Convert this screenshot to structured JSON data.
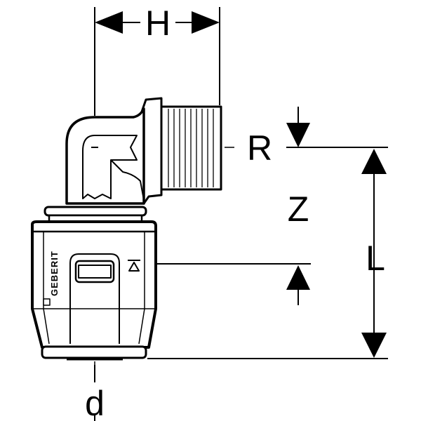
{
  "drawing": {
    "title": "Geberit elbow fitting with male thread",
    "brand_mark": "GEBERIT",
    "dimensions": {
      "H": "H",
      "R": "R",
      "Z": "Z",
      "L": "L",
      "d": "d"
    },
    "colors": {
      "line": "#000000",
      "background": "#ffffff"
    }
  }
}
